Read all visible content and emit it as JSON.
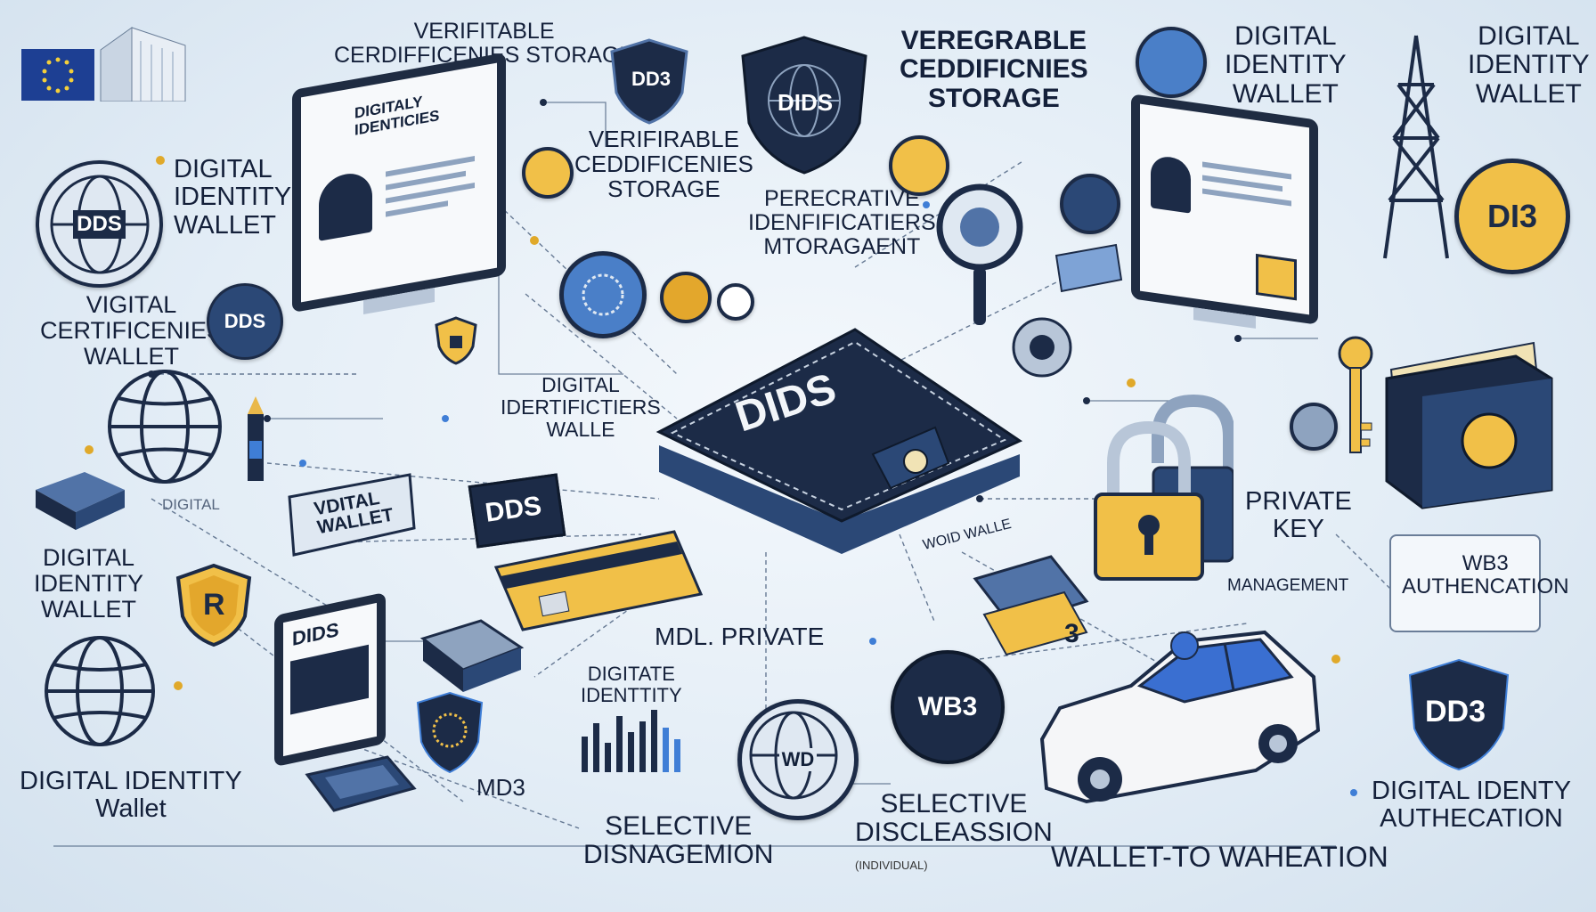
{
  "colors": {
    "navy": "#1c2b47",
    "gold": "#f1c048",
    "blue": "#3f7ed6",
    "light": "#eef4fa"
  },
  "top": {
    "verifiable_small": "VERIFITABLE\nCERDIFFICENIES STORAGE",
    "veregrable": "VEREGRABLE\nCEDDIFICNIES\nSTORAGE",
    "digital_identity_wallet_1": "DIGITAL\nIDENTITY\nWALLET",
    "digital_identity_wallet_2": "DIGITAL\nIDENTITY\nWALLET"
  },
  "left": {
    "digital_identity_wallet": "DIGITAL\nIDENTITY\nWALLET",
    "vigital": "VIGITAL\nCERTIFICENIES\nWALLET",
    "digital_identity_wallet_b": "DIGITAL\nIDENTITY\nWALLET",
    "digital_identity_wallet_c": "DIGITAL IDENTITY\nWallet",
    "digital_small": "DIGITAL"
  },
  "center": {
    "verifiable_mid": "VERIFIRABLE\nCEDDIFICENIES\nSTORAGE",
    "perecrative": "PERECRATIVE\nIDENFIFICATIERS\nMTORAGAENT",
    "digital_ident": "DIGITAL\nIDERTIFICTIERS\nWALLE",
    "digitate": "DIGITATE\nIDENTTITY",
    "mdl_private": "MDL. PRIVATE",
    "md3": "MD3",
    "selective_disagemion": "SELECTIVE\nDISNAGEMION",
    "selective_discleassion": "SELECTIVE\nDISCLEASSION",
    "small_caption": "(INDIVIDUAL)",
    "wallet_to": "WALLET-TO WAHEATION",
    "wod_walle": "WOID WALLE"
  },
  "right": {
    "private_key": "PRIVATE\nKEY",
    "management": "MANAGEMENT",
    "wb3_auth": "WB3\nAUTHENCATION",
    "digital_identy_auth": "DIGITAL IDENTY\nAUTHECATION"
  },
  "badges": {
    "dids_shield": "DIDS",
    "dds_globe": "DDS",
    "dds_round": "DDS",
    "dd3_top": "DD3",
    "d3_gold": "DI3",
    "dd3_shield": "DD3",
    "dds_tag": "DDS",
    "wb3": "WB3",
    "wd_globe": "WD",
    "wallet_brand": "DIDS",
    "vdita_wallet": "VDITAL\nWALLET",
    "dids_monitor": "DIDS",
    "digital_identities_card": "DIGITALY\nIDENTICIES",
    "n3": "3",
    "card_r": "R"
  }
}
